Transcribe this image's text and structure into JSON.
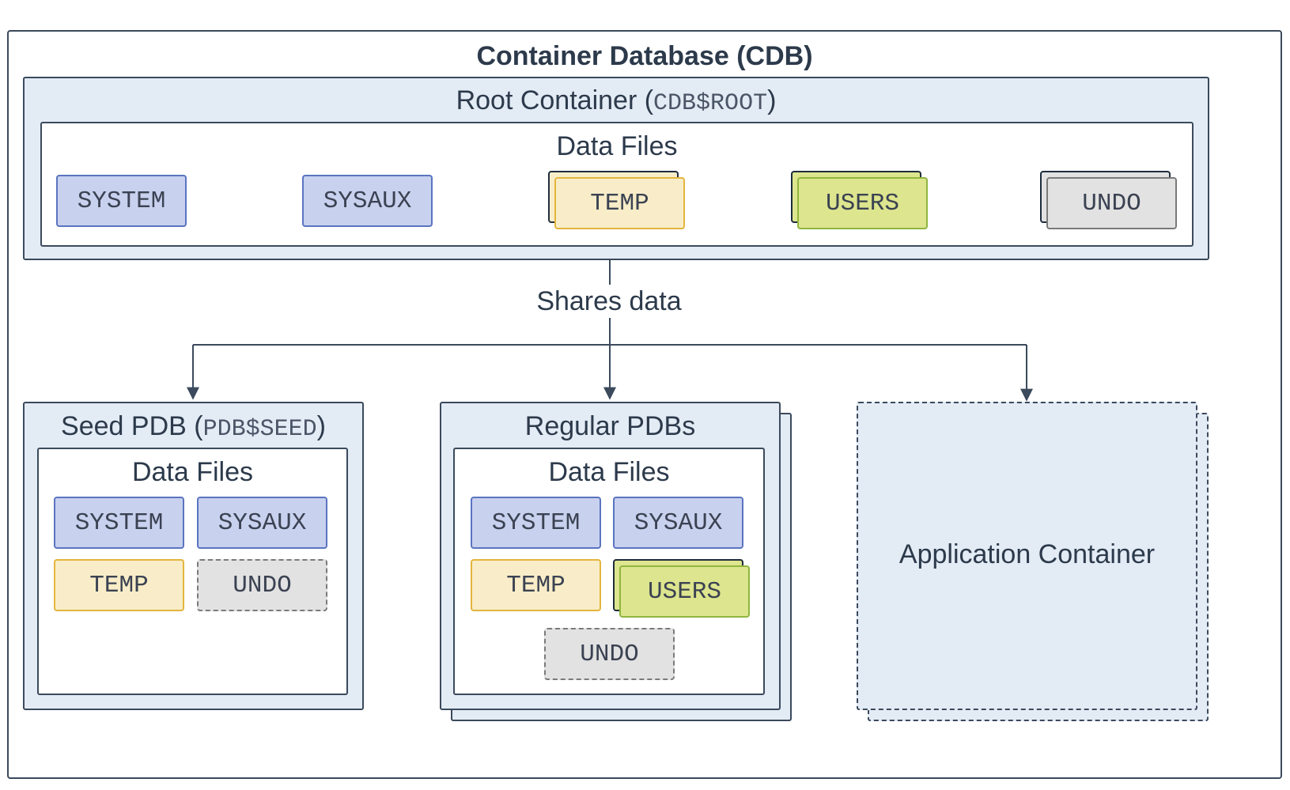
{
  "cdb": {
    "title": "Container Database (CDB)"
  },
  "root": {
    "title_text": "Root Container (",
    "title_code": "CDB$ROOT",
    "title_close": ")",
    "datafiles_label": "Data Files",
    "files": [
      "SYSTEM",
      "SYSAUX",
      "TEMP",
      "USERS",
      "UNDO"
    ]
  },
  "connector": {
    "label": "Shares data"
  },
  "seed": {
    "title_text": "Seed PDB (",
    "title_code": "PDB$SEED",
    "title_close": ")",
    "datafiles_label": "Data Files",
    "files": [
      "SYSTEM",
      "SYSAUX",
      "TEMP",
      "UNDO"
    ]
  },
  "regular": {
    "title": "Regular PDBs",
    "datafiles_label": "Data Files",
    "files": [
      "SYSTEM",
      "SYSAUX",
      "TEMP",
      "USERS",
      "UNDO"
    ]
  },
  "app": {
    "title": "Application Container"
  },
  "colors": {
    "system_sysaux": "#c8d1ee",
    "temp": "#f8edc8",
    "users": "#dde58e",
    "undo": "#e2e2e2",
    "panel": "#e3ebf5",
    "stroke": "#3b4a5c"
  }
}
